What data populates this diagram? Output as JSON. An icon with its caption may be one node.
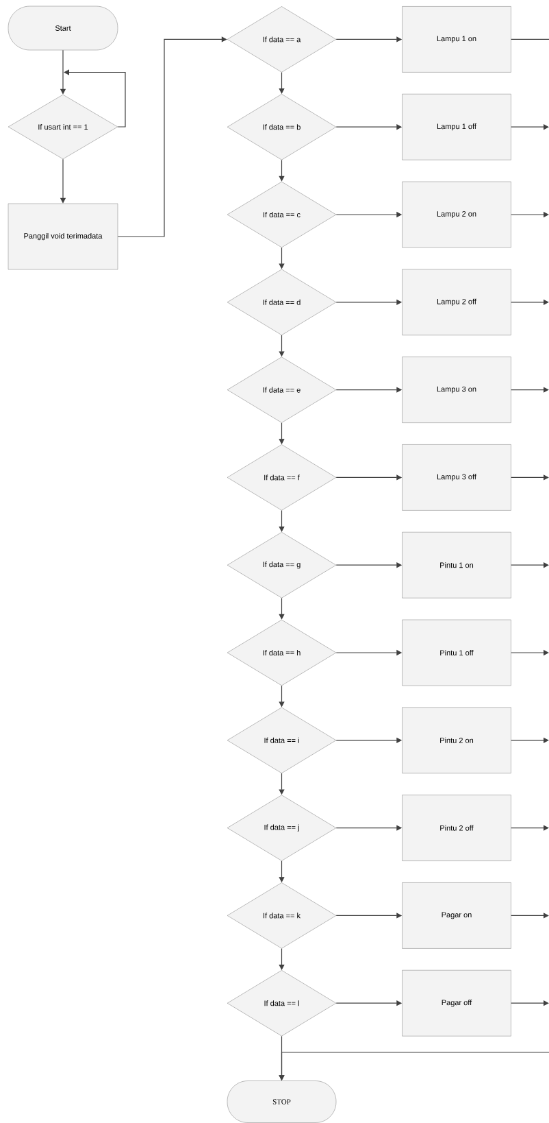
{
  "diagram": {
    "nodes": [
      {
        "text": [
          "Start"
        ]
      },
      {
        "text": [
          "If usart int == 1"
        ]
      },
      {
        "text": [
          "Panggil void terimadata"
        ]
      },
      {
        "text": [
          "If data == a"
        ]
      },
      {
        "text": [
          "Lampu 1 on"
        ]
      },
      {
        "text": [
          "If data == b"
        ]
      },
      {
        "text": [
          "Lampu 1 off"
        ]
      },
      {
        "text": [
          "If data == c"
        ]
      },
      {
        "text": [
          "Lampu 2 on"
        ]
      },
      {
        "text": [
          "If data == d"
        ]
      },
      {
        "text": [
          "Lampu 2 off"
        ]
      },
      {
        "text": [
          "If data == e"
        ]
      },
      {
        "text": [
          "Lampu 3 on"
        ]
      },
      {
        "text": [
          "If data == f"
        ]
      },
      {
        "text": [
          "Lampu 3 off"
        ]
      },
      {
        "text": [
          "If data == g"
        ]
      },
      {
        "text": [
          "Pintu 1 on"
        ]
      },
      {
        "text": [
          "If data == h"
        ]
      },
      {
        "text": [
          "Pintu 1 off"
        ]
      },
      {
        "text": [
          "If data == i"
        ]
      },
      {
        "text": [
          "Pintu 2 on"
        ]
      },
      {
        "text": [
          "If data == j"
        ]
      },
      {
        "text": [
          "Pintu 2 off"
        ]
      },
      {
        "text": [
          "If data == k"
        ]
      },
      {
        "text": [
          "Pagar on"
        ]
      },
      {
        "text": [
          "If data == l"
        ]
      },
      {
        "text": [
          "Pagar off"
        ]
      },
      {
        "text": [
          "STOP"
        ]
      }
    ],
    "edges": [
      {
        "from": 0,
        "to": 1,
        "arrow": "to"
      },
      {
        "from": 1,
        "to": 1,
        "arrow": "to"
      },
      {
        "from": 1,
        "to": 2,
        "arrow": "to"
      },
      {
        "from": 2,
        "to": 3,
        "arrow": "to"
      },
      {
        "from": 3,
        "to": 4,
        "arrow": "to"
      },
      {
        "from": 5,
        "to": 6,
        "arrow": "to"
      },
      {
        "from": 7,
        "to": 8,
        "arrow": "to"
      },
      {
        "from": 9,
        "to": 10,
        "arrow": "to"
      },
      {
        "from": 11,
        "to": 12,
        "arrow": "to"
      },
      {
        "from": 13,
        "to": 14,
        "arrow": "to"
      },
      {
        "from": 15,
        "to": 16,
        "arrow": "to"
      },
      {
        "from": 17,
        "to": 18,
        "arrow": "to"
      },
      {
        "from": 19,
        "to": 20,
        "arrow": "to"
      },
      {
        "from": 21,
        "to": 22,
        "arrow": "to"
      },
      {
        "from": 23,
        "to": 24,
        "arrow": "to"
      },
      {
        "from": 25,
        "to": 26,
        "arrow": "to"
      },
      {
        "from": 3,
        "to": 5,
        "arrow": "to"
      },
      {
        "from": 5,
        "to": 7,
        "arrow": "to"
      },
      {
        "from": 7,
        "to": 9,
        "arrow": "to"
      },
      {
        "from": 9,
        "to": 11,
        "arrow": "to"
      },
      {
        "from": 11,
        "to": 13,
        "arrow": "to"
      },
      {
        "from": 13,
        "to": 15,
        "arrow": "to"
      },
      {
        "from": 15,
        "to": 17,
        "arrow": "to"
      },
      {
        "from": 17,
        "to": 19,
        "arrow": "to"
      },
      {
        "from": 19,
        "to": 21,
        "arrow": "to"
      },
      {
        "from": 21,
        "to": 23,
        "arrow": "to"
      },
      {
        "from": 23,
        "to": 25,
        "arrow": "to"
      },
      {
        "from": 25,
        "to": 27,
        "arrow": "to"
      },
      {
        "from": 4,
        "to": null,
        "arrow": "none"
      },
      {
        "from": 6,
        "to": null,
        "arrow": "to"
      },
      {
        "from": 8,
        "to": null,
        "arrow": "to"
      },
      {
        "from": 10,
        "to": null,
        "arrow": "to"
      },
      {
        "from": 12,
        "to": null,
        "arrow": "to"
      },
      {
        "from": 14,
        "to": null,
        "arrow": "to"
      },
      {
        "from": 16,
        "to": null,
        "arrow": "to"
      },
      {
        "from": 18,
        "to": null,
        "arrow": "to"
      },
      {
        "from": 20,
        "to": null,
        "arrow": "to"
      },
      {
        "from": 22,
        "to": null,
        "arrow": "to"
      },
      {
        "from": 24,
        "to": null,
        "arrow": "to"
      },
      {
        "from": 26,
        "to": null,
        "arrow": "to"
      },
      {
        "from": null,
        "to": 27,
        "arrow": "to"
      }
    ]
  }
}
